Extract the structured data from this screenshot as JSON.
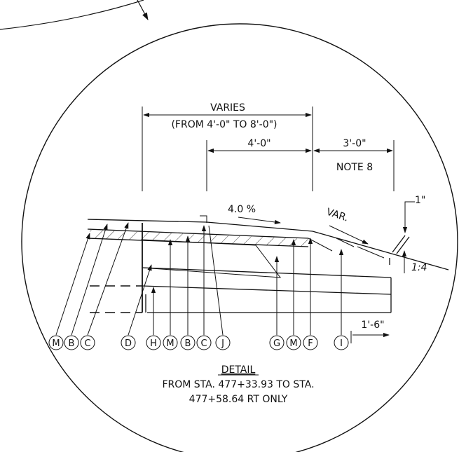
{
  "detail": {
    "title": "DETAIL",
    "caption_line1": "FROM STA. 477+33.93 TO STA.",
    "caption_line2": "477+58.64 RT ONLY"
  },
  "dimensions": {
    "varies": "VARIES",
    "varies_range": "(FROM 4'-0\" TO 8'-0\")",
    "width_4ft": "4'-0\"",
    "width_3ft": "3'-0\"",
    "note": "NOTE 8",
    "one_inch": "1\"",
    "one_ft_six": "1'-6\""
  },
  "slopes": {
    "cross_slope": "4.0 %",
    "var": "VAR.",
    "side_slope": "1:4"
  },
  "callouts": [
    "M",
    "B",
    "C",
    "D",
    "H",
    "M",
    "B",
    "C",
    "J",
    "G",
    "M",
    "F",
    "I"
  ]
}
